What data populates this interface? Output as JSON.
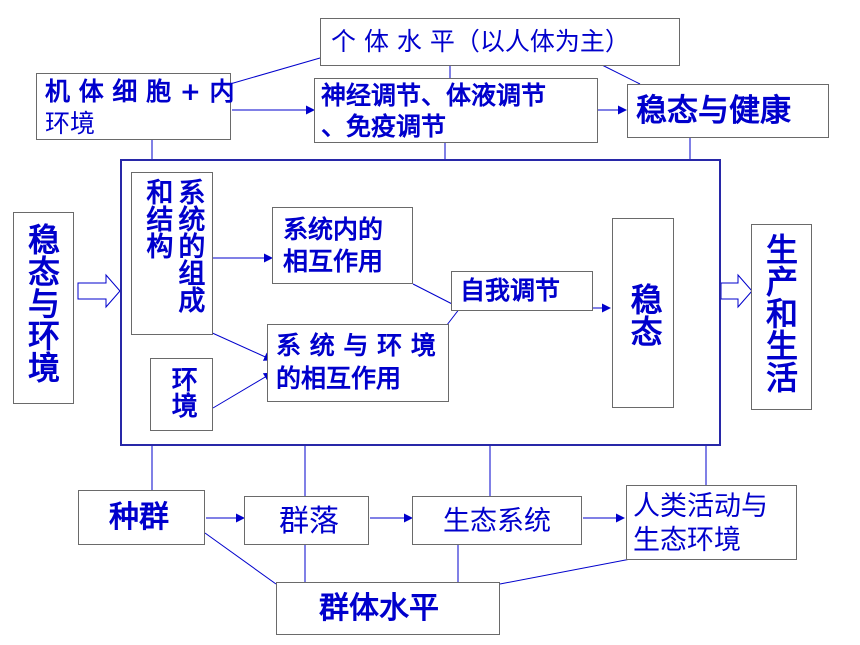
{
  "nodes": {
    "individual_level": "个 体 水 平（以人体为主）",
    "body_cells_env_line1": "机 体 细 胞 + 内",
    "body_cells_env_line2": "环境",
    "regulation_line1": "神经调节、体液调节",
    "regulation_line2": "、免疫调节",
    "homeostasis_health": "稳态与健康",
    "homeostasis_environment": "稳态与环境",
    "system_composition_structure_col1": "和结构",
    "system_composition_structure_col2": "系统的组成",
    "intra_system_line1": "系统内的",
    "intra_system_line2": "相互作用",
    "self_regulation": "自我调节",
    "homeostasis": "稳态",
    "production_life": "生产和生活",
    "environment": "环境",
    "system_env_line1": "系 统 与 环 境",
    "system_env_line2": "的相互作用",
    "population": "种群",
    "community": "群落",
    "ecosystem": "生态系统",
    "human_activity_line1": "人类活动与",
    "human_activity_line2": "生态环境",
    "population_level": "群体水平"
  },
  "colors": {
    "text": "#0000cc",
    "line": "#0000cc",
    "border": "#6a6a6a",
    "frame": "#2828a8"
  }
}
